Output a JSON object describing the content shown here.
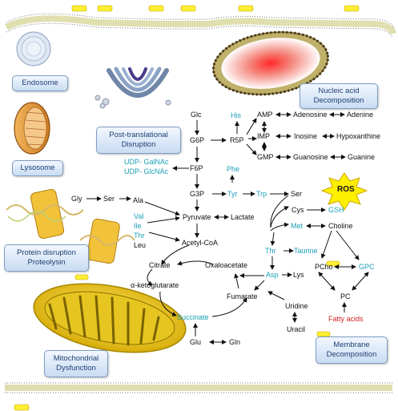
{
  "labels": {
    "endosome": "Endosome",
    "lysosome": "Lysosome",
    "ptm_line1": "Post-translational",
    "ptm_line2": "Disruption",
    "protein_line1": "Protein disruption",
    "protein_line2": "Proteolysin",
    "mito_line1": "Mitochondrial",
    "mito_line2": "Dysfunction",
    "nucleic_line1": "Nucleic acid",
    "nucleic_line2": "Decomposition",
    "membrane_line1": "Membrane",
    "membrane_line2": "Decomposition",
    "ros": "ROS"
  },
  "metabolites": {
    "glc": "Glc",
    "g6p": "G6P",
    "r5p": "R5P",
    "his": "His",
    "amp": "AMP",
    "imp": "IMP",
    "gmp": "GMP",
    "adenosine": "Adenosine",
    "adenine": "Adenine",
    "inosine": "Inosine",
    "hypoxanthine": "Hypoxanthine",
    "guanosine": "Guanosine",
    "guanine": "Guanine",
    "udp_galnac": "UDP- GalNAc",
    "udp_glcnac": "UDP- GlcNAc",
    "f6p": "F6P",
    "phe": "Phe",
    "g3p": "G3P",
    "tyr": "Tyr",
    "trp": "Trp",
    "ser_right": "Ser",
    "gly": "Gly",
    "ser_left": "Ser",
    "ala": "Ala",
    "val": "Val",
    "ile": "Ile",
    "thr_left": "Thr",
    "leu": "Leu",
    "pyruvate": "Pyruvate",
    "lactate": "Lactate",
    "acetylcoa": "Acetyl-CoA",
    "cys": "Cys",
    "gsh": "GSH",
    "met": "Met",
    "choline": "Choline",
    "thr_right": "Thr",
    "taurine": "Taurine",
    "citrate": "Citrate",
    "oxaloacetate": "Oxaloacetate",
    "akg": "α-ketoglutarate",
    "asp": "Asp",
    "lys": "Lys",
    "pcho": "PCho",
    "gpc": "GPC",
    "pc": "PC",
    "fumarate": "Fumarate",
    "uridine": "Uridine",
    "succinate": "Succinate",
    "uracil": "Uracil",
    "fatty_acids": "Fatty acids",
    "glu": "Glu",
    "gln": "Gln"
  },
  "colors": {
    "text": "#111111",
    "highlight": "#1a9fb5",
    "fatty_acids": "#d21f1f",
    "box_border": "#7f9cc0",
    "box_text": "#1f3f73",
    "ros_burst": "#ffef00",
    "mito_outer": "#d9c000",
    "nucleus": "#e03a3a",
    "membrane_yellow": "#ffee33"
  }
}
